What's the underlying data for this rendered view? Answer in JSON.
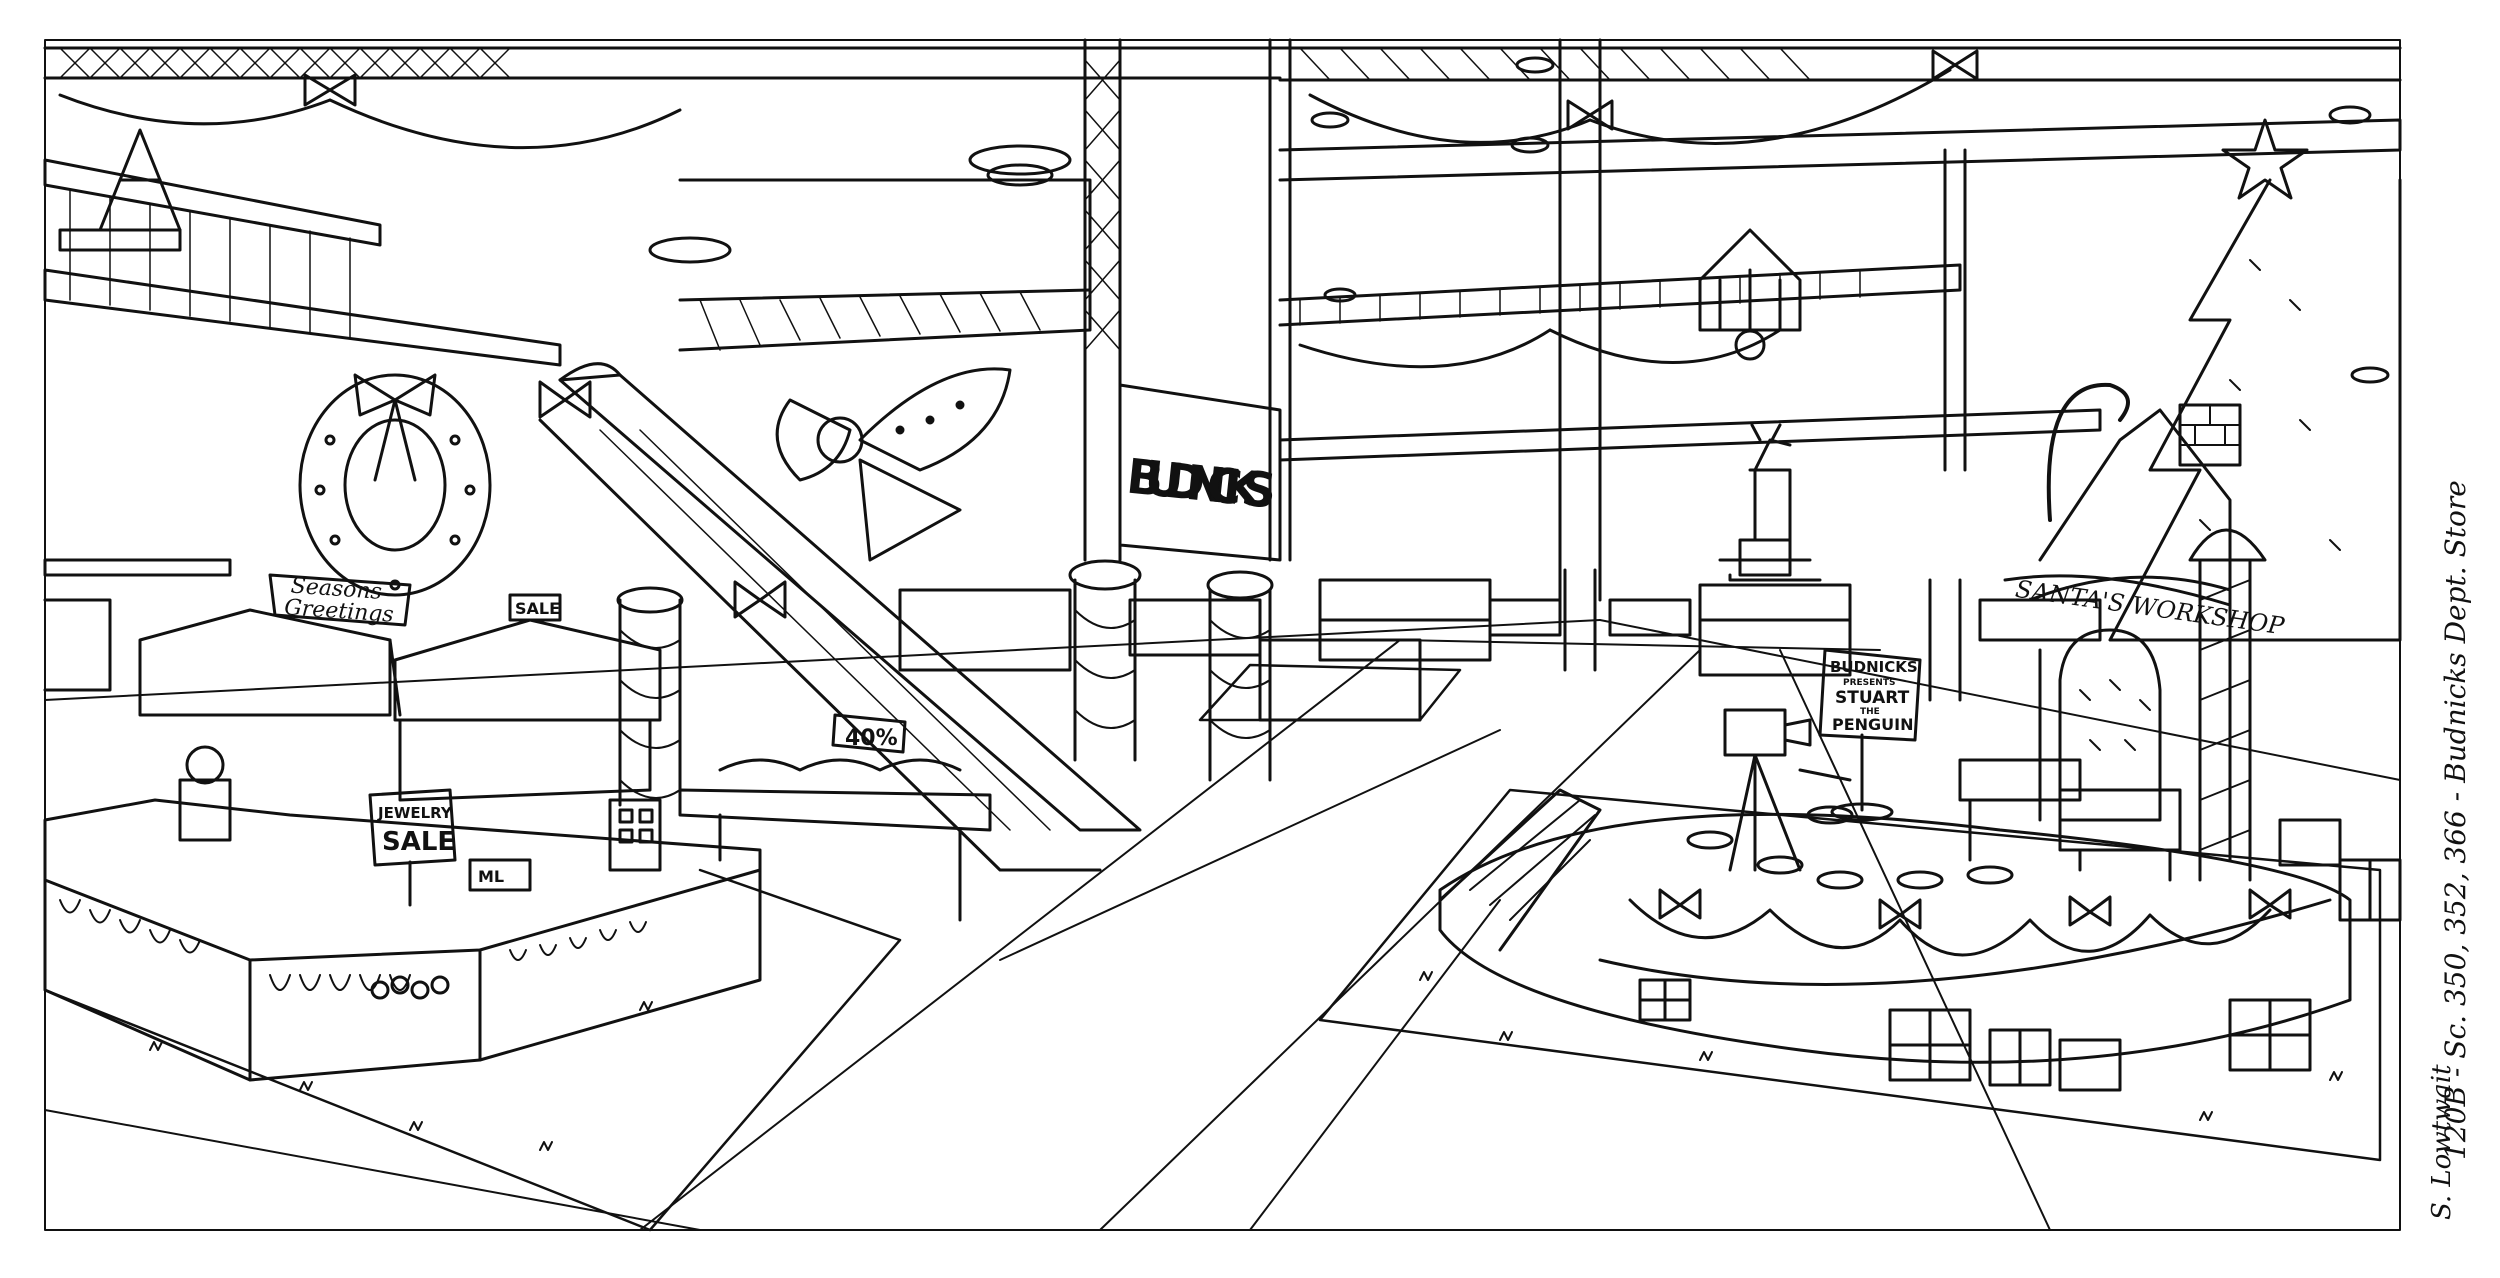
{
  "artwork": {
    "line_color": "#111111",
    "paper_color": "#ffffff"
  },
  "signs": {
    "store_name": "BUDNICKS",
    "seasons_greetings": [
      "Seasons",
      "Greetings"
    ],
    "sale_tag": "SALE",
    "jewelry_sale": [
      "JEWELRY",
      "SALE"
    ],
    "discount_tag": "40%",
    "santas_workshop": "SANTA'S WORKSHOP",
    "penguin_sign": [
      "BUDNICKS",
      "PRESENTS",
      "STUART",
      "THE",
      "PENGUIN"
    ],
    "small_box": "ML"
  },
  "caption": {
    "artist": "S. Lowtwait",
    "scene_info": "120B - Sc. 350, 352, 366 - Budnicks Dept. Store"
  }
}
